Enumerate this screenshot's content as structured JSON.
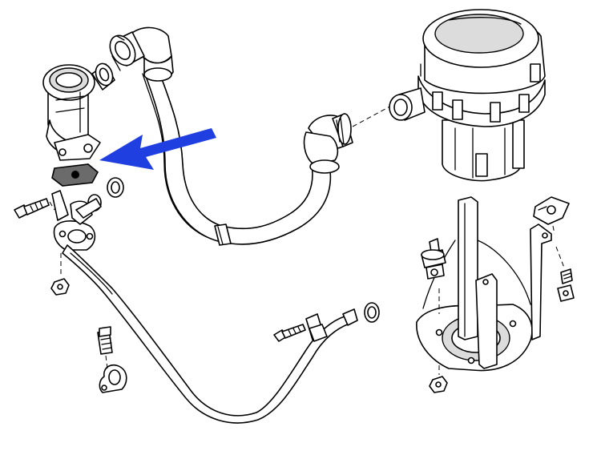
{
  "diagram": {
    "parts": [
      {
        "name": "secondary-air-pump"
      },
      {
        "name": "air-pump-outlet-hose"
      },
      {
        "name": "check-valve"
      },
      {
        "name": "gasket-highlighted"
      },
      {
        "name": "air-injection-pipe"
      },
      {
        "name": "pump-mounting-bracket"
      }
    ],
    "arrow": {
      "color": "#1f3fe0",
      "points_to": "gasket-highlighted"
    },
    "colors": {
      "line": "#000000",
      "fill": "#ffffff",
      "shade": "#d9d9d9",
      "gasket": "#6b6b6b"
    }
  }
}
